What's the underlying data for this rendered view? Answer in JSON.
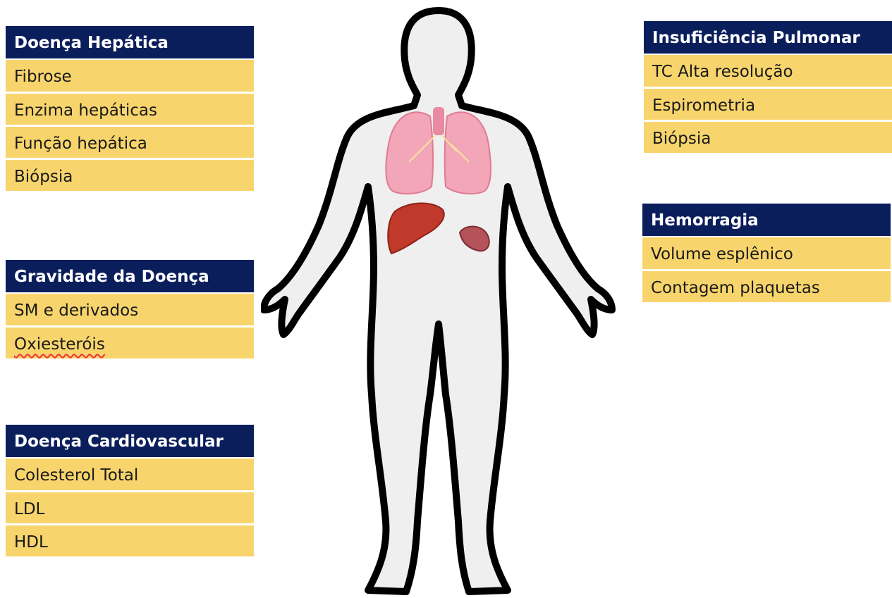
{
  "panels": {
    "liver_disease": {
      "title": "Doença Hepática",
      "items": [
        "Fibrose",
        "Enzima hepáticas",
        "Função hepática",
        "Biópsia"
      ]
    },
    "disease_severity": {
      "title": "Gravidade da Doença",
      "items": [
        "SM e derivados",
        "Oxiesteróis"
      ]
    },
    "cardiovascular_disease": {
      "title": "Doença Cardiovascular",
      "items": [
        "Colesterol Total",
        "LDL",
        "HDL"
      ]
    },
    "pulmonary_insufficiency": {
      "title": "Insuficiência Pulmonar",
      "items": [
        "TC Alta resolução",
        "Espirometria",
        "Biópsia"
      ]
    },
    "hemorrhage": {
      "title": "Hemorragia",
      "items": [
        "Volume esplênico",
        "Contagem plaquetas"
      ]
    }
  },
  "colors": {
    "header_bg": "#0b1e5c",
    "row_bg": "#f8d56c",
    "body_fill": "#efefef",
    "body_outline": "#000000",
    "lungs": "#f2a6b8",
    "liver": "#c0392b",
    "spleen": "#b5535a"
  },
  "figure": {
    "icons": [
      "human-body-outline",
      "lungs-icon",
      "liver-icon",
      "spleen-icon"
    ]
  }
}
